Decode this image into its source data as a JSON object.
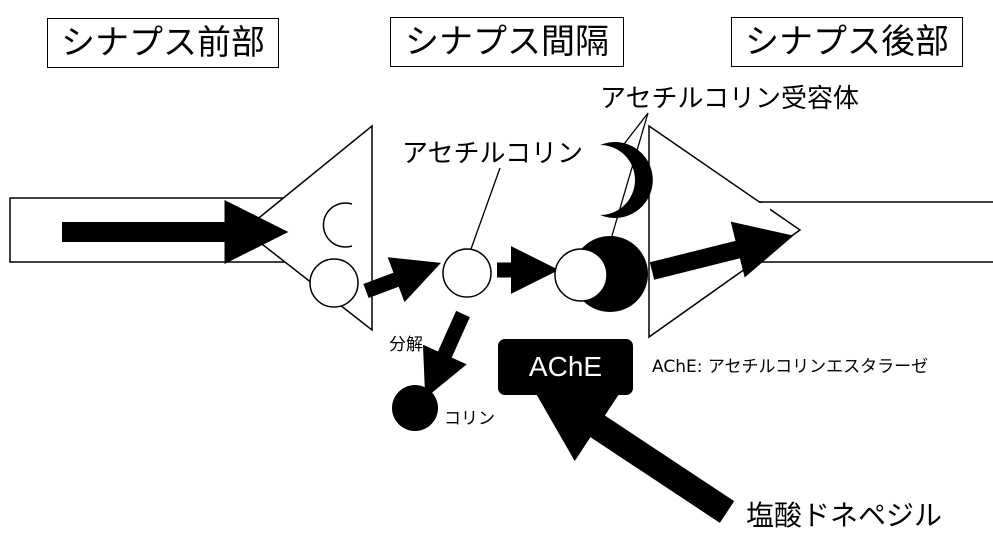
{
  "regions": {
    "presynaptic": "シナプス前部",
    "cleft": "シナプス間隔",
    "postsynaptic": "シナプス後部"
  },
  "labels": {
    "receptor": "アセチルコリン受容体",
    "acetylcholine": "アセチルコリン",
    "breakdown": "分解",
    "choline": "コリン",
    "enzyme": "AChE",
    "enzyme_full": "AChE: アセチルコリンエスタラーゼ",
    "drug": "塩酸ドネペジル"
  }
}
